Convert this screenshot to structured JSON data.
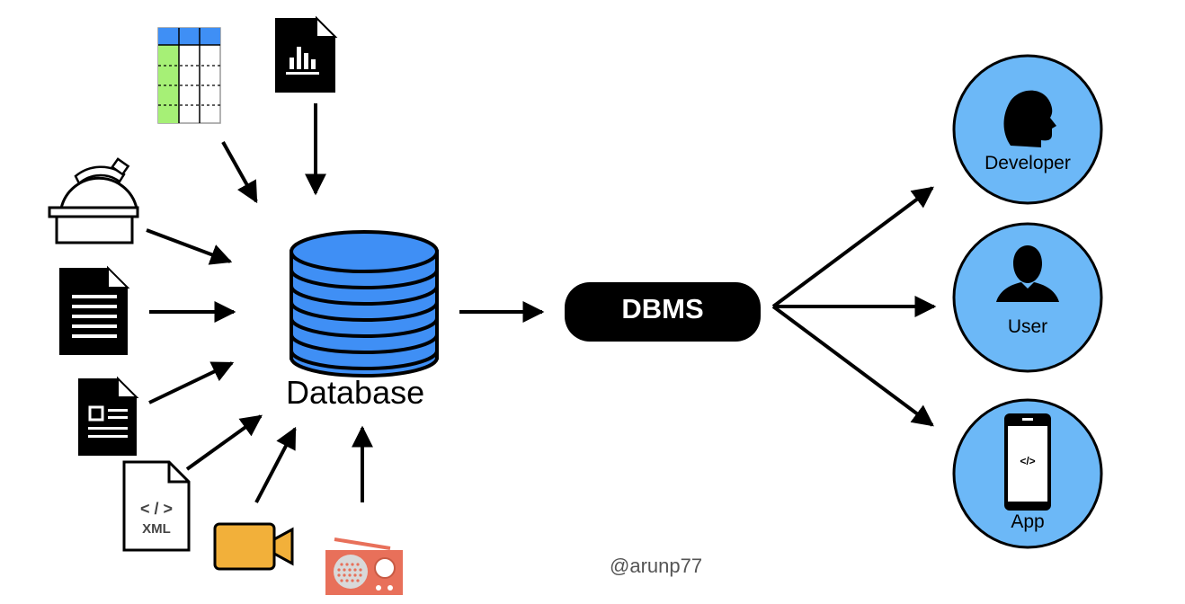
{
  "labels": {
    "database": "Database",
    "dbms": "DBMS",
    "developer": "Developer",
    "user": "User",
    "app": "App",
    "watermark": "@arunp77",
    "xml_code": "< / >",
    "xml_text": "XML",
    "app_code": "</>"
  },
  "colors": {
    "database_blue": "#3f8ff5",
    "circle_blue": "#6cb8f7",
    "spreadsheet_header": "#3f8ff5",
    "spreadsheet_column": "#a6f076",
    "camera": "#f2b03a",
    "radio": "#e8705a",
    "dbms_box": "#000000"
  },
  "icons": [
    "spreadsheet-icon",
    "chart-document-icon",
    "telescope-icon",
    "text-document-icon",
    "form-document-icon",
    "xml-file-icon",
    "video-camera-icon",
    "radio-icon",
    "database-icon",
    "developer-head-icon",
    "user-silhouette-icon",
    "smartphone-icon"
  ]
}
